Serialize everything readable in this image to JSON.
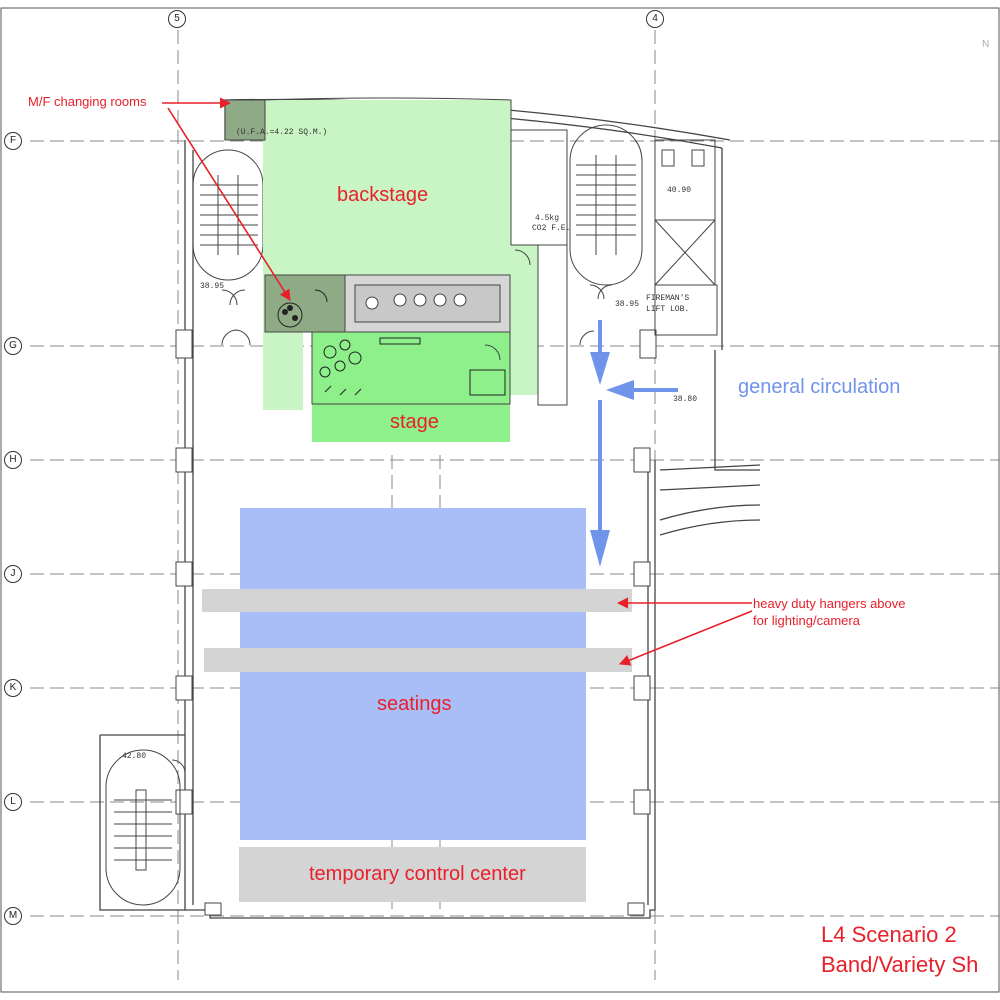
{
  "grid_columns": [
    "5",
    "4"
  ],
  "grid_rows": [
    "F",
    "G",
    "H",
    "J",
    "K",
    "L",
    "M"
  ],
  "north_mark": "N",
  "zones": {
    "backstage": "backstage",
    "stage": "stage",
    "seatings": "seatings",
    "control": "temporary control center"
  },
  "annotations": {
    "changing_rooms": "M/F changing rooms",
    "general_circulation": "general circulation",
    "hangers_line1": "heavy duty hangers above",
    "hangers_line2": "for lighting/camera"
  },
  "drawing_notes": {
    "ufa": "(U.F.A.=4.22 SQ.M.)",
    "fe_line1": "4.5kg",
    "fe_line2": "CO2 F.E.",
    "fireman_line1": "FIREMAN'S",
    "fireman_line2": "LIFT LOB.",
    "level_a": "38.95",
    "level_b": "38.95",
    "level_c": "38.80",
    "level_d": "42.80",
    "level_e": "40.90"
  },
  "title": {
    "line1": "L4 Scenario 2",
    "line2": "Band/Variety Sh"
  },
  "colors": {
    "backstage_fill": "#c9f5c4",
    "stage_fill": "#8ef08a",
    "seating_fill": "#a9bef7",
    "grey_fill": "#d4d4d4",
    "annotation_red": "#e8202a",
    "circulation_blue": "#6f94ea"
  }
}
